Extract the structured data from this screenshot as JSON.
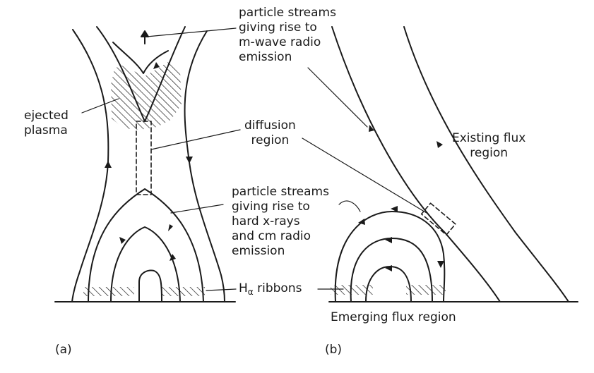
{
  "colors": {
    "ink": "#1a1a1a",
    "paper": "#ffffff"
  },
  "panel_a": {
    "label": "(a)",
    "ejected_plasma": [
      "ejected",
      "plasma"
    ],
    "top_streams": [
      "particle streams",
      "giving rise to",
      "m-wave radio",
      "emission"
    ],
    "diffusion": [
      "diffusion",
      "region"
    ],
    "bottom_streams": [
      "particle streams",
      "giving rise to",
      "hard x-rays",
      "and cm radio",
      "emission"
    ],
    "ribbons_main": "H",
    "ribbons_sub": "α",
    "ribbons_rest": " ribbons"
  },
  "panel_b": {
    "label": "(b)",
    "existing": [
      "Existing flux",
      "region"
    ],
    "emerging": "Emerging flux region"
  }
}
